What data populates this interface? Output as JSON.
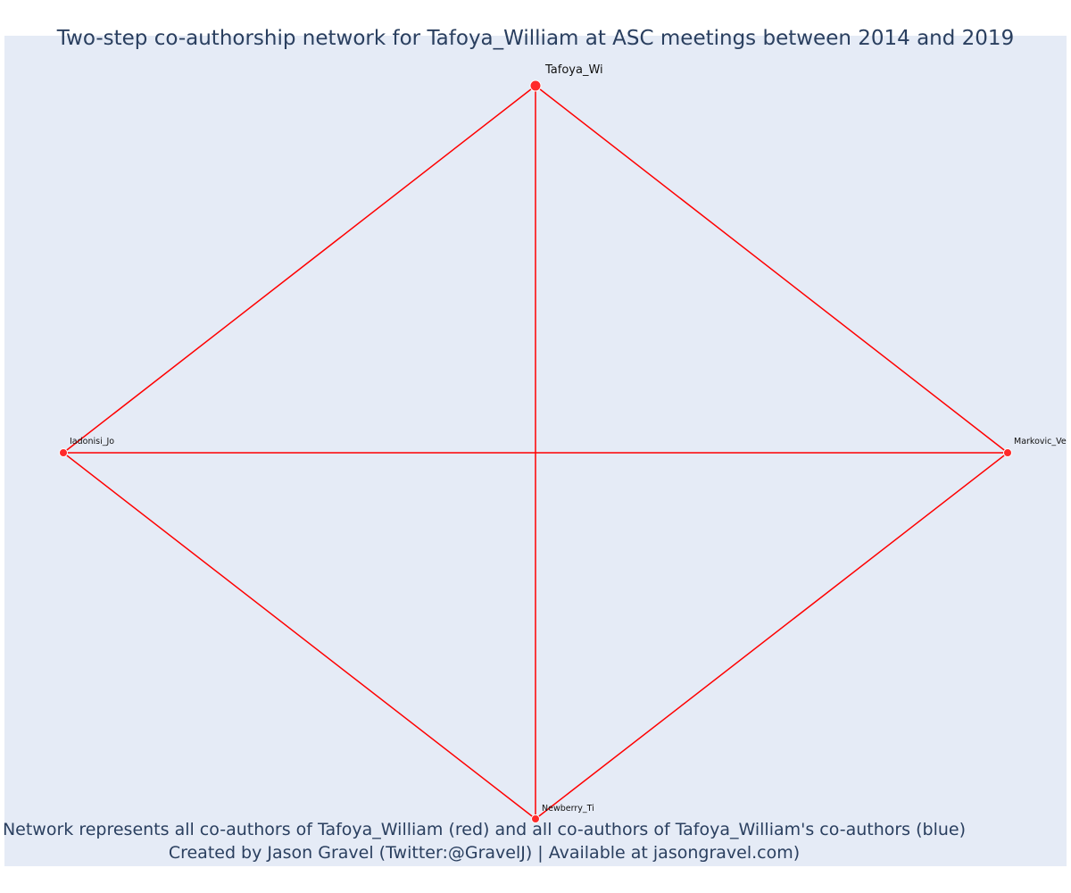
{
  "title": "Two-step co-authorship network for Tafoya_William at ASC meetings between 2014 and 2019",
  "caption": {
    "line1": "Network represents all co-authors of Tafoya_William (red) and all co-authors of Tafoya_William's co-authors (blue)",
    "line2": "Created by Jason Gravel (Twitter:@GravelJ) | Available at jasongravel.com)"
  },
  "colors": {
    "background": "#e5ebf6",
    "edge": "#ff0000",
    "node_red": "#ff2a2a",
    "text": "#2a3f5f"
  },
  "nodes": [
    {
      "id": "tafoya",
      "label": "Tafoya_Wi",
      "color": "red",
      "focal": true
    },
    {
      "id": "iadonisi",
      "label": "Iadonisi_Jo",
      "color": "red",
      "focal": false
    },
    {
      "id": "markovic",
      "label": "Markovic_Ve",
      "color": "red",
      "focal": false
    },
    {
      "id": "newberry",
      "label": "Newberry_Ti",
      "color": "red",
      "focal": false
    }
  ],
  "edges": [
    [
      "tafoya",
      "iadonisi"
    ],
    [
      "tafoya",
      "markovic"
    ],
    [
      "tafoya",
      "newberry"
    ],
    [
      "iadonisi",
      "markovic"
    ],
    [
      "iadonisi",
      "newberry"
    ],
    [
      "markovic",
      "newberry"
    ]
  ]
}
